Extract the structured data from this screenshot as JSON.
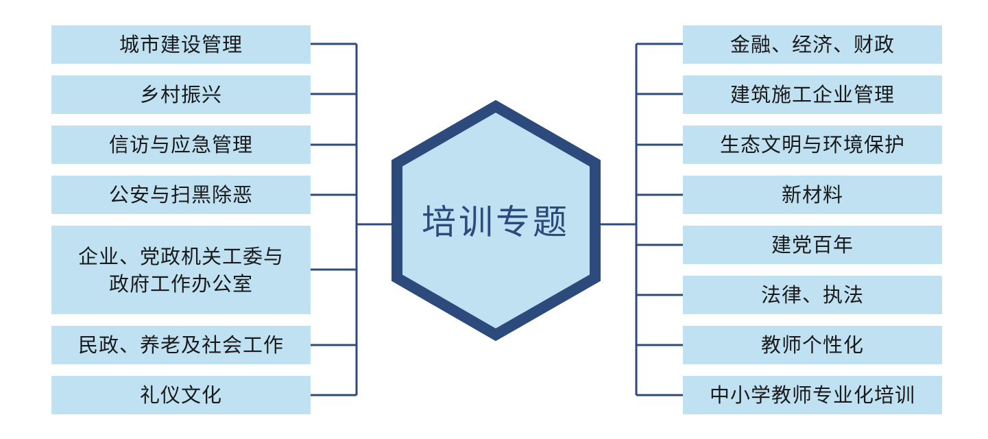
{
  "center": {
    "title": "培训专题"
  },
  "left_topics": [
    "城市建设管理",
    "乡村振兴",
    "信访与应急管理",
    "公安与扫黑除恶",
    "企业、党政机关工委与\n政府工作办公室",
    "民政、养老及社会工作",
    "礼仪文化"
  ],
  "right_topics": [
    "金融、经济、财政",
    "建筑施工企业管理",
    "生态文明与环境保护",
    "新材料",
    "建党百年",
    "法律、执法",
    "教师个性化",
    "中小学教师专业化培训"
  ],
  "colors": {
    "box_fill": "#bfe1f2",
    "line": "#2c4a7c",
    "hex_border": "#2c4a7c",
    "hex_fill": "#bfe1f2"
  }
}
